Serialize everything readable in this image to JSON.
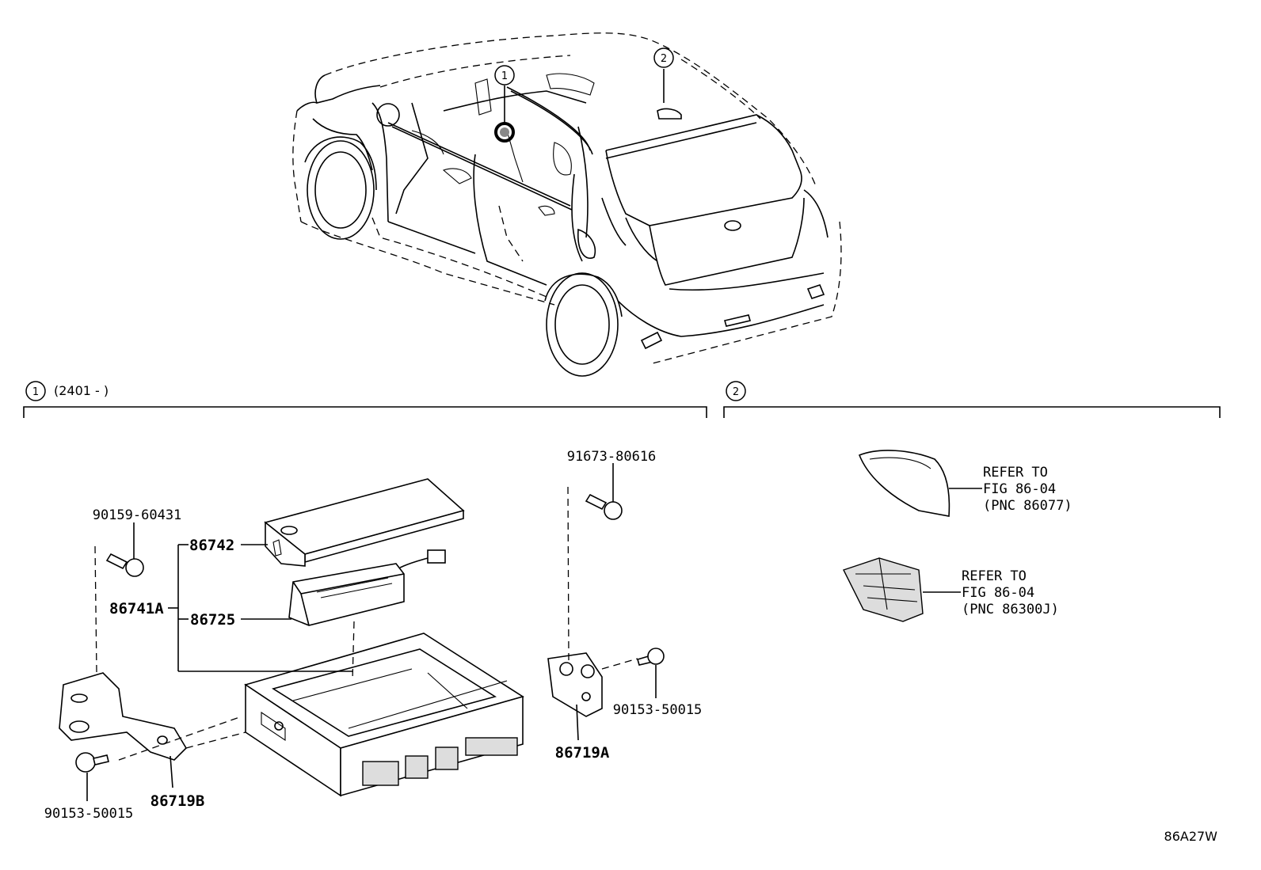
{
  "callouts": {
    "one": "1",
    "two": "2",
    "section_one_range": "(2401 -      )"
  },
  "parts": {
    "p90159": "90159-60431",
    "p86742": "86742",
    "p86741A": "86741A",
    "p86725": "86725",
    "p91673": "91673-80616",
    "p90153_right": "90153-50015",
    "p86719A": "86719A",
    "p90153_left": "90153-50015",
    "p86719B": "86719B"
  },
  "refs": {
    "ref1": [
      "REFER TO",
      "FIG 86-04",
      "(PNC 86077)"
    ],
    "ref2": [
      "REFER TO",
      "FIG 86-04",
      "(PNC 86300J)"
    ]
  },
  "figure_code": "86A27W"
}
